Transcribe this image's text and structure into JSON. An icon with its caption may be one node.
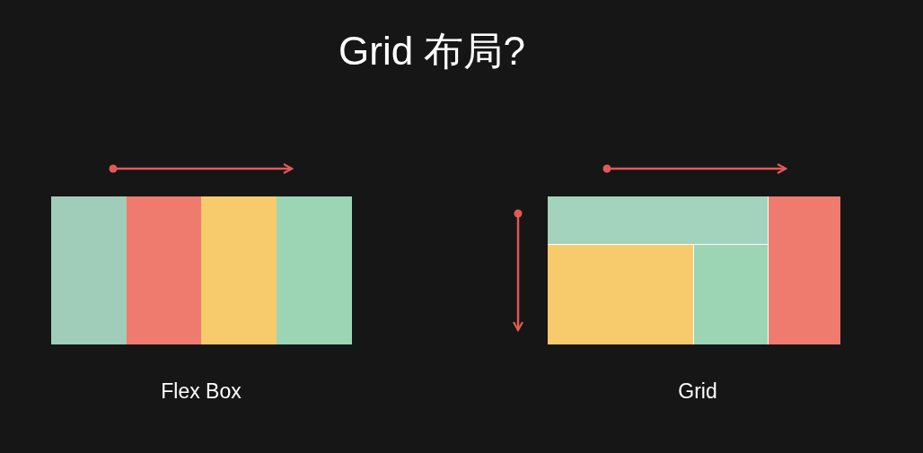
{
  "diagram": {
    "title": "Grid 布局?",
    "labels": [
      "Flex Box",
      "Grid"
    ]
  }
}
